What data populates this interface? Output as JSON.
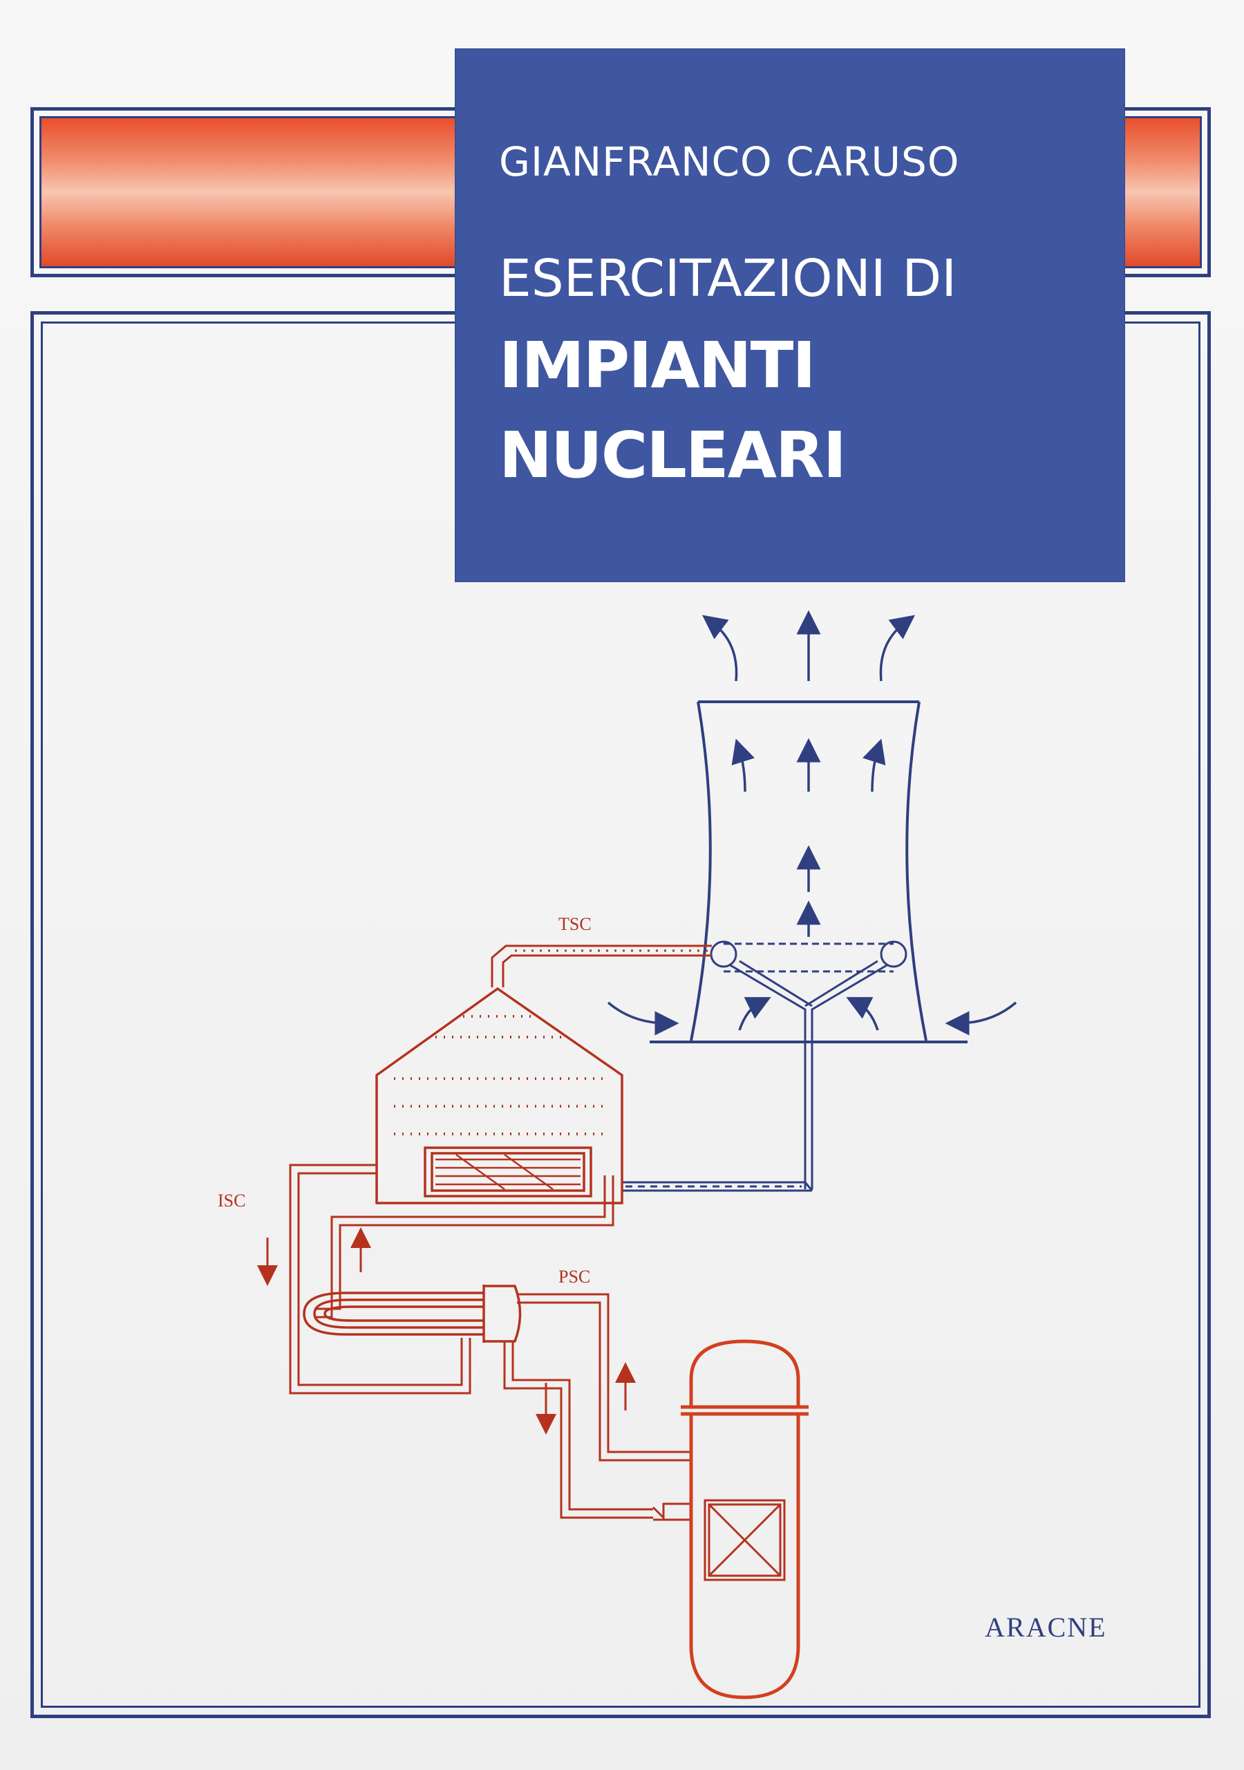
{
  "cover": {
    "author": "GIANFRANCO CARUSO",
    "title_line1": "ESERCITAZIONI DI",
    "title_line2": "IMPIANTI",
    "title_line3": "NUCLEARI",
    "publisher": "ARACNE"
  },
  "diagram": {
    "labels": {
      "tsc": "TSC",
      "isc": "ISC",
      "psc": "PSC"
    }
  },
  "colors": {
    "navy": "#2f3f80",
    "title_box": "#3f56a0",
    "accent_orange": "#e8502e",
    "diagram_red": "#b5321f",
    "diagram_blue": "#2f3f80"
  }
}
